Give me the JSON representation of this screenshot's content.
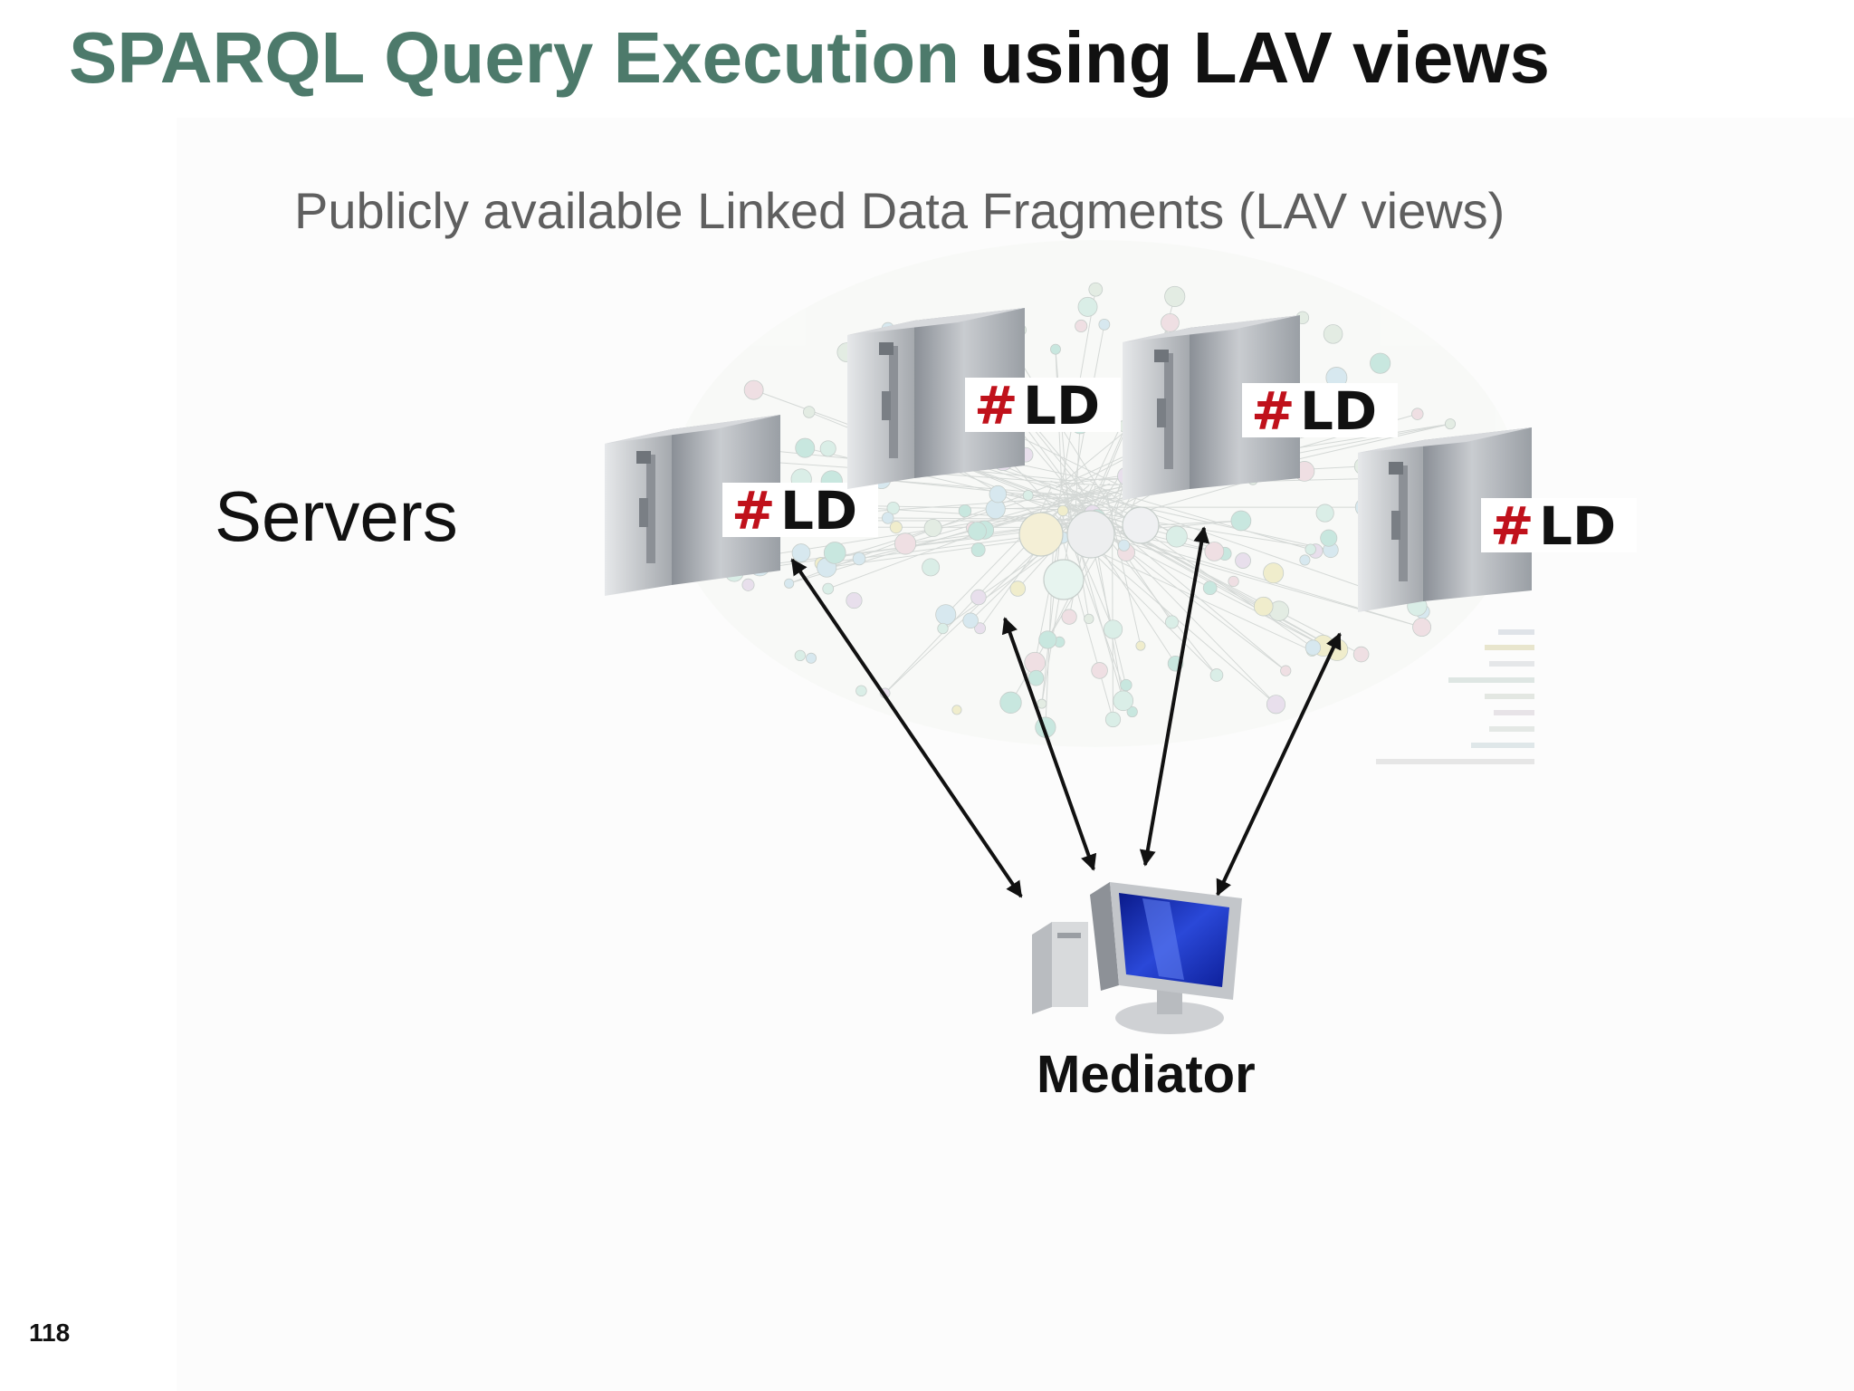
{
  "slide": {
    "title_part1": "SPARQL Query Execution",
    "title_part2": " using LAV views",
    "subtitle": "Publicly available Linked Data Fragments (LAV views)",
    "servers_label": "Servers",
    "mediator_label": "Mediator",
    "slide_number": "118"
  },
  "servers": [
    {
      "badge_hash": "#",
      "badge_text": "LD"
    },
    {
      "badge_hash": "#",
      "badge_text": "LD"
    },
    {
      "badge_hash": "#",
      "badge_text": "LD"
    },
    {
      "badge_hash": "#",
      "badge_text": "LD"
    }
  ],
  "colors": {
    "title_green": "#4d7a6b",
    "badge_red": "#c0111b",
    "arrow": "#111111",
    "screen_blue": "#1a2fb8"
  },
  "icons": {
    "server": "server-tower-icon",
    "mediator": "desktop-computer-icon",
    "background": "linked-open-data-cloud"
  }
}
